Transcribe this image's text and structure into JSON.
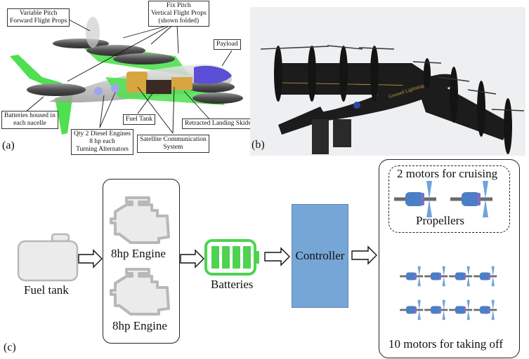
{
  "panel_a": {
    "label": "(a)",
    "callouts": {
      "variable_pitch": [
        "Variable Pitch",
        "Forward Flight Props"
      ],
      "fix_pitch": [
        "Fix Pitch",
        "Vertical Flight Props",
        "(shown folded)"
      ],
      "payload": "Payload",
      "batteries": [
        "Batteries housed in",
        "each nacelle"
      ],
      "fuel_tank": "Fuel Tank",
      "landing_skids": "Retracted Landing Skids",
      "diesel": [
        "Qty 2 Diesel Engines",
        "8 hp each",
        "Turning Alternators"
      ],
      "satcom": [
        "Satellite Communication",
        "System"
      ]
    },
    "colors": {
      "wing": "#4fe04f",
      "nacelle": "#5a5a5a",
      "payload": "#5a4fd6",
      "fuel": "#d8a640"
    }
  },
  "panel_b": {
    "label": "(b)",
    "aircraft_text": "Greased Lightning",
    "colors": {
      "sky": "#eeeff1",
      "aircraft": "#1c1c1c",
      "stripe": "#c9a33a"
    }
  },
  "panel_c": {
    "label": "(c)",
    "fuel_tank": "Fuel tank",
    "engine_1": "8hp Engine",
    "engine_2": "8hp Engine",
    "batteries": "Batteries",
    "battery_cells": 4,
    "controller": "Controller",
    "cruise_motors": {
      "title": "2 motors for cruising",
      "caption": "Propellers",
      "count": 2
    },
    "takeoff_motors": {
      "caption": "10 motors for taking off",
      "rows": 2,
      "cols": 4
    },
    "colors": {
      "engine": "#b8b8b8",
      "engine_fill": "#ebebeb",
      "battery": "#4fd24f",
      "controller": "#76a6d6",
      "motor": "#4a7fc6",
      "motor_end": "#7a6fc6",
      "shaft": "#6b6b6b",
      "propeller": "#6fa3dc"
    }
  }
}
